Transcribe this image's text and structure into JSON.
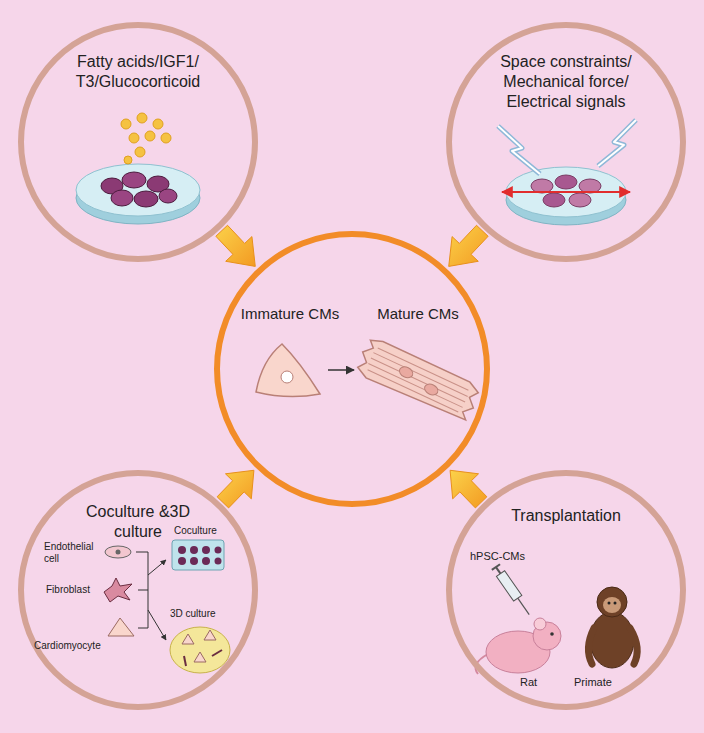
{
  "diagram": {
    "nodes": [
      {
        "text": [
          "Fatty acids/IGF1/ T3/Glucocorticoid"
        ]
      },
      {
        "text": [
          "Space constraints/ Mechanical force/ Electrical signals"
        ]
      },
      {
        "text": [
          "Immature CMs",
          "Mature CMs"
        ]
      },
      {
        "text": [
          "Coculture &3D culture"
        ]
      },
      {
        "text": [
          "Transplantation"
        ]
      }
    ],
    "edges": [
      {
        "from": 0,
        "to": 2,
        "arrow": "to"
      },
      {
        "from": 1,
        "to": 2,
        "arrow": "to"
      },
      {
        "from": 3,
        "to": 2,
        "arrow": "to"
      },
      {
        "from": 4,
        "to": 2,
        "arrow": "to"
      }
    ],
    "labels": [
      "Endothelial cell",
      "Fibroblast",
      "Cardiomyocyte",
      "Coculture",
      "3D culture",
      "hPSC-CMs",
      "Rat",
      "Primate"
    ]
  }
}
